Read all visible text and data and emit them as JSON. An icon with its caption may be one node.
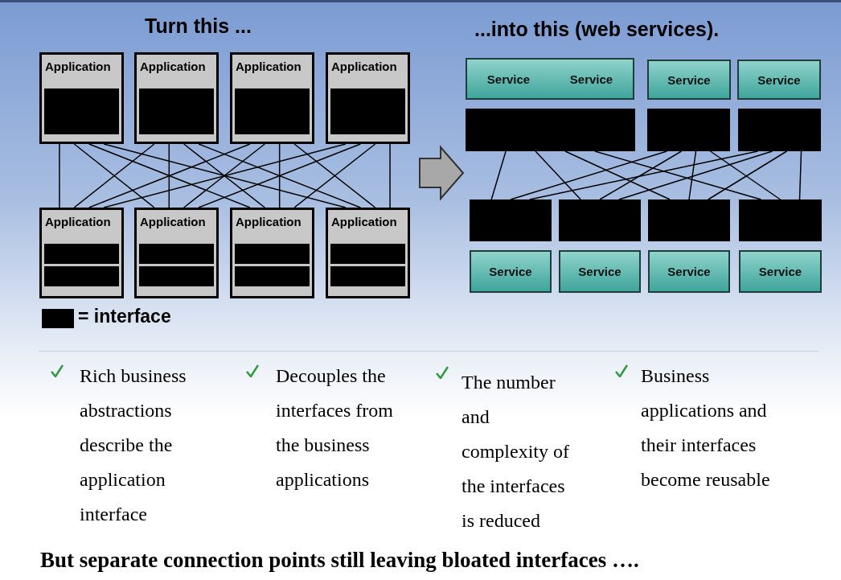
{
  "diagram": {
    "caption": "But separate connection points still leaving bloated interfaces ….",
    "nodes": [
      {
        "text": [
          "Application"
        ]
      },
      {
        "text": [
          "Application"
        ]
      },
      {
        "text": [
          "Application"
        ]
      },
      {
        "text": [
          "Application"
        ]
      },
      {
        "text": [
          "Application"
        ]
      },
      {
        "text": [
          "Application"
        ]
      },
      {
        "text": [
          "Application"
        ]
      },
      {
        "text": [
          "Application"
        ]
      },
      {
        "text": [
          "Service",
          "Service"
        ]
      },
      {
        "text": [
          "Service"
        ]
      },
      {
        "text": [
          "Service"
        ]
      },
      {
        "text": [],
        "shape": "box"
      },
      {
        "text": [],
        "shape": "box"
      },
      {
        "text": [],
        "shape": "box"
      },
      {
        "text": [],
        "shape": "box"
      },
      {
        "text": [],
        "shape": "box"
      },
      {
        "text": [],
        "shape": "box"
      },
      {
        "text": [],
        "shape": "box"
      },
      {
        "text": [
          "Service"
        ]
      },
      {
        "text": [
          "Service"
        ]
      },
      {
        "text": [
          "Service"
        ]
      },
      {
        "text": [
          "Service"
        ]
      }
    ],
    "edges": [
      {
        "from": 0,
        "to": 4,
        "arrow": "none"
      },
      {
        "from": 0,
        "to": 5,
        "arrow": "none"
      },
      {
        "from": 0,
        "to": 6,
        "arrow": "none"
      },
      {
        "from": 0,
        "to": 7,
        "arrow": "none"
      },
      {
        "from": 1,
        "to": 4,
        "arrow": "none"
      },
      {
        "from": 1,
        "to": 5,
        "arrow": "none"
      },
      {
        "from": 1,
        "to": 6,
        "arrow": "none"
      },
      {
        "from": 1,
        "to": 7,
        "arrow": "none"
      },
      {
        "from": 2,
        "to": 4,
        "arrow": "none"
      },
      {
        "from": 2,
        "to": 5,
        "arrow": "none"
      },
      {
        "from": 2,
        "to": 6,
        "arrow": "none"
      },
      {
        "from": 2,
        "to": 7,
        "arrow": "none"
      },
      {
        "from": 3,
        "to": 4,
        "arrow": "none"
      },
      {
        "from": 3,
        "to": 5,
        "arrow": "none"
      },
      {
        "from": 3,
        "to": 6,
        "arrow": "none"
      },
      {
        "from": 3,
        "to": 7,
        "arrow": "none"
      },
      {
        "from": 11,
        "to": 14,
        "arrow": "none"
      },
      {
        "from": 11,
        "to": 15,
        "arrow": "none"
      },
      {
        "from": 11,
        "to": 16,
        "arrow": "none"
      },
      {
        "from": 11,
        "to": 17,
        "arrow": "none"
      },
      {
        "from": 12,
        "to": 14,
        "arrow": "none"
      },
      {
        "from": 12,
        "to": 15,
        "arrow": "none"
      },
      {
        "from": 12,
        "to": 16,
        "arrow": "none"
      },
      {
        "from": 12,
        "to": 17,
        "arrow": "none"
      },
      {
        "from": 13,
        "to": 14,
        "arrow": "none"
      },
      {
        "from": 13,
        "to": 15,
        "arrow": "none"
      },
      {
        "from": 13,
        "to": 16,
        "arrow": "none"
      },
      {
        "from": 13,
        "to": 17,
        "arrow": "none"
      }
    ],
    "labels": [
      "Turn this ...",
      "...into this (web services).",
      "Rich business abstractions describe the application interface",
      "Decouples the interfaces from the business applications",
      "The number and complexity of the interfaces is reduced",
      "Business applications and their interfaces become reusable"
    ],
    "legend": [
      {
        "text": "= interface",
        "color": "#000000"
      }
    ]
  }
}
